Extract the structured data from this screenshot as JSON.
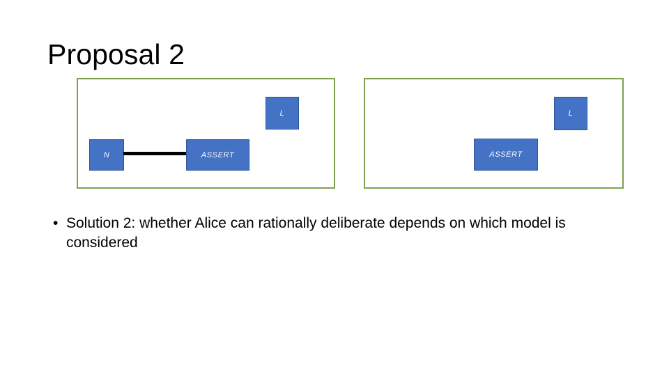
{
  "slide": {
    "title": "Proposal 2",
    "background_color": "#FFFFFF"
  },
  "theme": {
    "node_fill": "#4472C4",
    "node_border": "#2F5597",
    "node_text": "#FFFFFF",
    "frame_border": "#7EA050",
    "connector_color": "#000000",
    "text_color": "#000000"
  },
  "diagrams": [
    {
      "name": "left-model",
      "nodes": [
        {
          "id": "l",
          "label": "L"
        },
        {
          "id": "n",
          "label": "N"
        },
        {
          "id": "assert",
          "label": "ASSERT"
        }
      ],
      "edges": [
        {
          "from": "N",
          "to": "ASSERT",
          "style": "solid-thick"
        }
      ]
    },
    {
      "name": "right-model",
      "nodes": [
        {
          "id": "l",
          "label": "L"
        },
        {
          "id": "assert",
          "label": "ASSERT"
        }
      ],
      "edges": []
    }
  ],
  "body": {
    "bullet_marker": "•",
    "items": [
      "Solution 2: whether Alice can rationally deliberate depends on which model is considered"
    ]
  }
}
